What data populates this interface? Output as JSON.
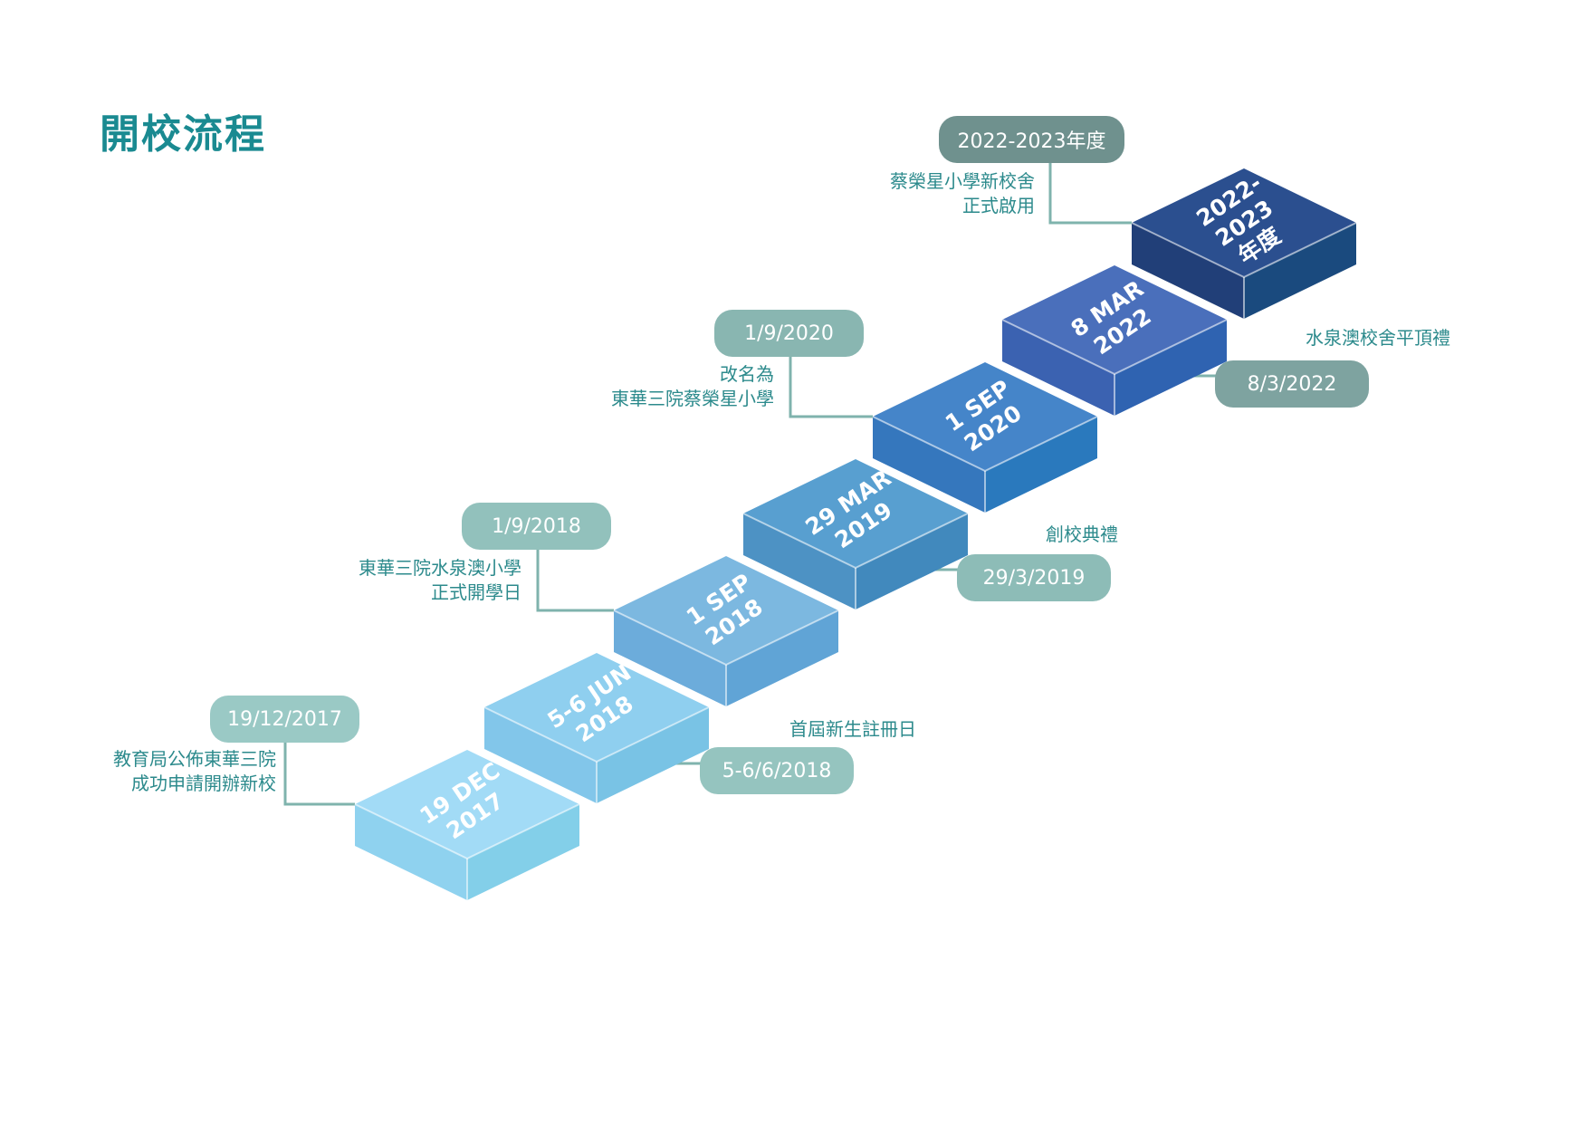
{
  "title": "開校流程",
  "colors": {
    "title": "#1a8a91",
    "connector": "#7fb3ad",
    "note_text": "#2c8a8c"
  },
  "milestones": [
    {
      "block_lines": [
        "19 DEC",
        "2017"
      ],
      "date": "19/12/2017",
      "note_lines": [
        "教育局公佈東華三院",
        "成功申請開辦新校"
      ],
      "side": "left",
      "top_color": "#a2dbf6",
      "left_color": "#8fd2ef",
      "right_color": "#83cfe9",
      "pill_color": "#9ac9c5"
    },
    {
      "block_lines": [
        "5-6 JUN",
        "2018"
      ],
      "date": "5-6/6/2018",
      "note_lines": [
        "首屆新生註冊日"
      ],
      "side": "right",
      "top_color": "#8fcfef",
      "left_color": "#82c6ea",
      "right_color": "#79c3e5",
      "pill_color": "#95c4bf"
    },
    {
      "block_lines": [
        "1 SEP",
        "2018"
      ],
      "date": "1/9/2018",
      "note_lines": [
        "東華三院水泉澳小學",
        "正式開學日"
      ],
      "side": "left",
      "top_color": "#7cb8e0",
      "left_color": "#6cacdb",
      "right_color": "#60a4d6",
      "pill_color": "#92c1bc"
    },
    {
      "block_lines": [
        "29 MAR",
        "2019"
      ],
      "date": "29/3/2019",
      "note_lines": [
        "創校典禮"
      ],
      "side": "right",
      "top_color": "#589fd0",
      "left_color": "#4d92c4",
      "right_color": "#4189bd",
      "pill_color": "#8dbcb7"
    },
    {
      "block_lines": [
        "1 SEP",
        "2020"
      ],
      "date": "1/9/2020",
      "note_lines": [
        "改名為",
        "東華三院蔡榮星小學"
      ],
      "side": "left",
      "top_color": "#4585c9",
      "left_color": "#3577bd",
      "right_color": "#2a79bd",
      "pill_color": "#89b6b1"
    },
    {
      "block_lines": [
        "8 MAR",
        "2022"
      ],
      "date": "8/3/2022",
      "note_lines": [
        "水泉澳校舍平頂禮"
      ],
      "side": "right",
      "top_color": "#4a6fbb",
      "left_color": "#3b62b1",
      "right_color": "#2f63b1",
      "pill_color": "#7ea3a0"
    },
    {
      "block_lines": [
        "2022-",
        "2023",
        "年度"
      ],
      "date": "2022-2023年度",
      "note_lines": [
        "蔡榮星小學新校舍",
        "正式啟用"
      ],
      "side": "left",
      "top_color": "#2b4f8f",
      "left_color": "#213f78",
      "right_color": "#1a4a7e",
      "pill_color": "#6f918e"
    }
  ]
}
